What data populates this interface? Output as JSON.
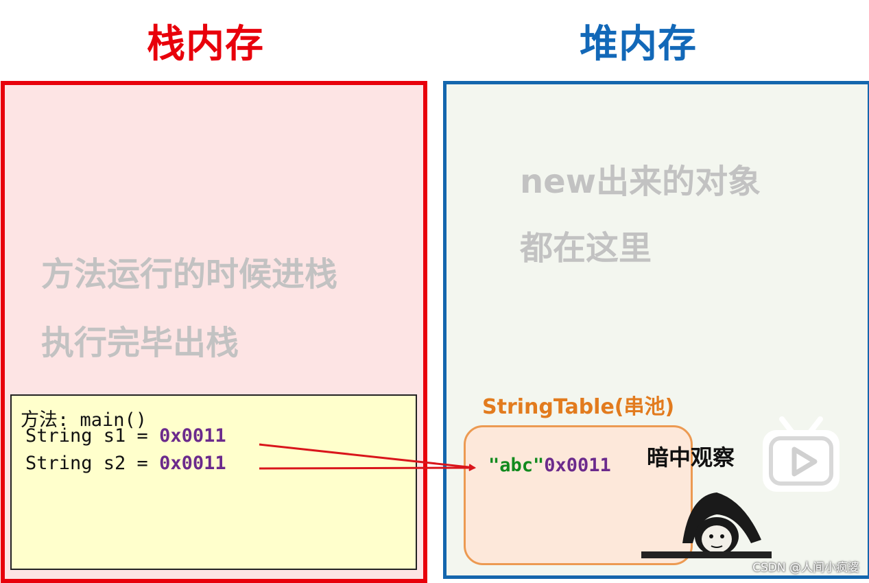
{
  "stack": {
    "title": "栈内存",
    "desc_line1": "方法运行的时候进栈",
    "desc_line2": "执行完毕出栈",
    "frame": {
      "method_label": "方法: main()",
      "lines": [
        {
          "decl": "String s1 = ",
          "addr": "0x0011"
        },
        {
          "decl": "String s2 = ",
          "addr": "0x0011"
        }
      ]
    }
  },
  "heap": {
    "title": "堆内存",
    "desc_line1": "new出来的对象",
    "desc_line2": "都在这里",
    "pool": {
      "title": "StringTable(串池)",
      "literal": "\"abc\"",
      "addr": "0x0011"
    }
  },
  "overlay": {
    "sticker_caption": "暗中观察",
    "watermark": "CSDN @人间小疯婆"
  },
  "colors": {
    "stack_accent": "#e8000b",
    "heap_accent": "#1466ad",
    "pool_accent": "#e27b1e",
    "address": "#6b2a8c",
    "string_literal": "#128a1e",
    "arrow": "#d9151b"
  },
  "icons": [
    "play-icon",
    "meme-sticker-icon"
  ]
}
